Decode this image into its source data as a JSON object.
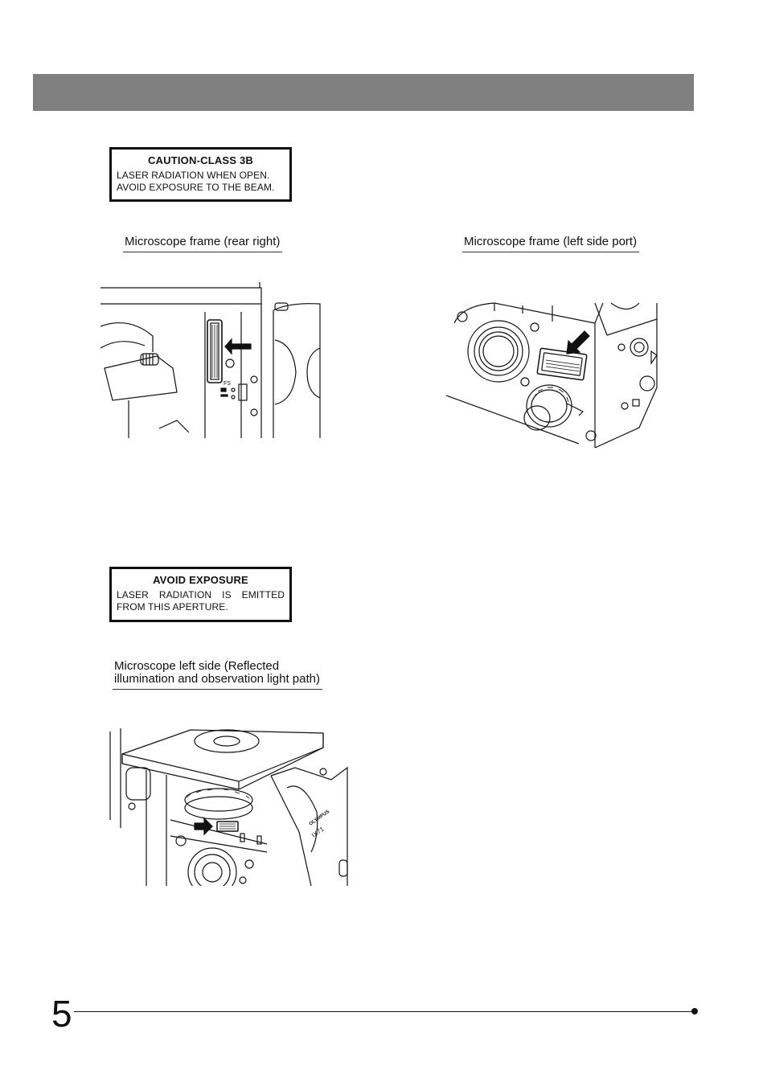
{
  "caution_label": {
    "title": "CAUTION-CLASS 3B",
    "line1": "LASER RADIATION WHEN OPEN.",
    "line2": "AVOID EXPOSURE TO THE BEAM."
  },
  "aperture_label": {
    "title": "AVOID EXPOSURE",
    "line1": "LASER RADIATION IS EMITTED",
    "line2": "FROM THIS APERTURE."
  },
  "figures": {
    "rear_right": {
      "caption": "Microscope frame (rear right)",
      "marking": "FS"
    },
    "left_port": {
      "caption": "Microscope frame (left side port)"
    },
    "left_side": {
      "caption_line1": "Microscope left side (Reflected",
      "caption_line2": "illumination and observation light path)",
      "brand": "OLYMPUS",
      "model": "IX71"
    }
  },
  "footer": {
    "page_number": "5"
  }
}
